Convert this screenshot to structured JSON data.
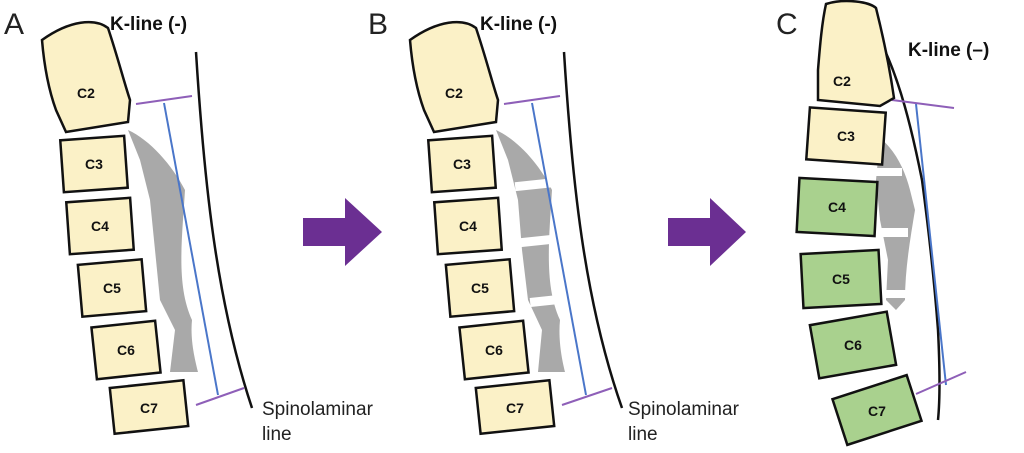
{
  "colors": {
    "vertebra_fill": "#fbf1c7",
    "vertebra_green": "#a9d18e",
    "outline": "#111111",
    "kline": "#4a76c9",
    "endplate": "#8e5fb8",
    "shadow": "#9a9a9a",
    "arrow": "#6b2f92"
  },
  "panels": [
    {
      "letter": "A",
      "kline_label": "K-line (-)",
      "spinolaminar_label": [
        "Spinolaminar",
        "line"
      ],
      "vertebrae": [
        "C2",
        "C3",
        "C4",
        "C5",
        "C6",
        "C7"
      ]
    },
    {
      "letter": "B",
      "kline_label": "K-line (-)",
      "spinolaminar_label": [
        "Spinolaminar",
        "line"
      ],
      "vertebrae": [
        "C2",
        "C3",
        "C4",
        "C5",
        "C6",
        "C7"
      ]
    },
    {
      "letter": "C",
      "kline_label": "K-line (–)",
      "spinolaminar_label": [],
      "vertebrae": [
        "C2",
        "C3",
        "C4",
        "C5",
        "C6",
        "C7"
      ],
      "fused_levels": [
        "C4",
        "C5",
        "C6",
        "C7"
      ]
    }
  ]
}
